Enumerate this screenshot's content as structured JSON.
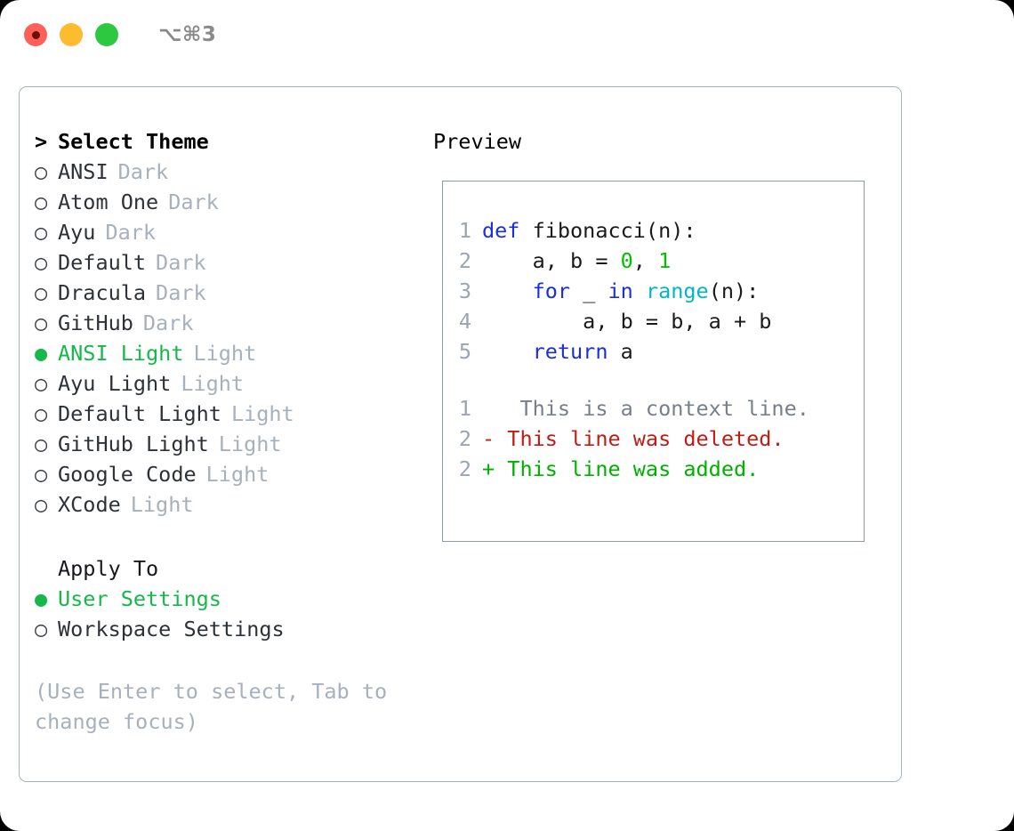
{
  "window": {
    "shortcut": "⌥⌘3",
    "traffic_lights": [
      "close",
      "minimize",
      "maximize"
    ],
    "colors": {
      "close": "#fc6058",
      "minimize": "#fdbc2f",
      "maximize": "#2bc840",
      "accent_green": "#16b84a",
      "muted": "#a7b0bd",
      "border": "#a8b3c0"
    }
  },
  "theme_selector": {
    "heading": "Select Theme",
    "heading_marker": ">",
    "items": [
      {
        "name": "ANSI",
        "variant": "Dark",
        "selected": false,
        "marker": "○"
      },
      {
        "name": "Atom One",
        "variant": "Dark",
        "selected": false,
        "marker": "○"
      },
      {
        "name": "Ayu",
        "variant": "Dark",
        "selected": false,
        "marker": "○"
      },
      {
        "name": "Default",
        "variant": "Dark",
        "selected": false,
        "marker": "○"
      },
      {
        "name": "Dracula",
        "variant": "Dark",
        "selected": false,
        "marker": "○"
      },
      {
        "name": "GitHub",
        "variant": "Dark",
        "selected": false,
        "marker": "○"
      },
      {
        "name": "ANSI Light",
        "variant": "Light",
        "selected": true,
        "marker": "●"
      },
      {
        "name": "Ayu Light",
        "variant": "Light",
        "selected": false,
        "marker": "○"
      },
      {
        "name": "Default Light",
        "variant": "Light",
        "selected": false,
        "marker": "○"
      },
      {
        "name": "GitHub Light",
        "variant": "Light",
        "selected": false,
        "marker": "○"
      },
      {
        "name": "Google Code",
        "variant": "Light",
        "selected": false,
        "marker": "○"
      },
      {
        "name": "XCode",
        "variant": "Light",
        "selected": false,
        "marker": "○"
      }
    ]
  },
  "apply_to": {
    "heading": "Apply To",
    "options": [
      {
        "label": "User Settings",
        "selected": true,
        "marker": "●"
      },
      {
        "label": "Workspace Settings",
        "selected": false,
        "marker": "○"
      }
    ]
  },
  "hint": "(Use Enter to select, Tab to change focus)",
  "preview": {
    "title": "Preview",
    "code_lines": [
      {
        "number": "1",
        "tokens": [
          {
            "text": "def ",
            "type": "kw"
          },
          {
            "text": "fibonacci(n):",
            "type": "plain"
          }
        ]
      },
      {
        "number": "2",
        "tokens": [
          {
            "text": "    a, b = ",
            "type": "plain"
          },
          {
            "text": "0",
            "type": "num"
          },
          {
            "text": ", ",
            "type": "plain"
          },
          {
            "text": "1",
            "type": "num"
          }
        ]
      },
      {
        "number": "3",
        "tokens": [
          {
            "text": "    ",
            "type": "plain"
          },
          {
            "text": "for",
            "type": "kw"
          },
          {
            "text": " _ ",
            "type": "plain"
          },
          {
            "text": "in",
            "type": "kw"
          },
          {
            "text": " ",
            "type": "plain"
          },
          {
            "text": "range",
            "type": "fn"
          },
          {
            "text": "(n):",
            "type": "plain"
          }
        ]
      },
      {
        "number": "4",
        "tokens": [
          {
            "text": "        a, b = b, a + b",
            "type": "plain"
          }
        ]
      },
      {
        "number": "5",
        "tokens": [
          {
            "text": "    ",
            "type": "plain"
          },
          {
            "text": "return",
            "type": "kw"
          },
          {
            "text": " a",
            "type": "plain"
          }
        ]
      }
    ],
    "diff_lines": [
      {
        "number": "1",
        "sign": " ",
        "text": "  This is a context line.",
        "kind": "context"
      },
      {
        "number": "2",
        "sign": "-",
        "text": " This line was deleted.",
        "kind": "del"
      },
      {
        "number": "2",
        "sign": "+",
        "text": " This line was added.",
        "kind": "add"
      }
    ]
  }
}
